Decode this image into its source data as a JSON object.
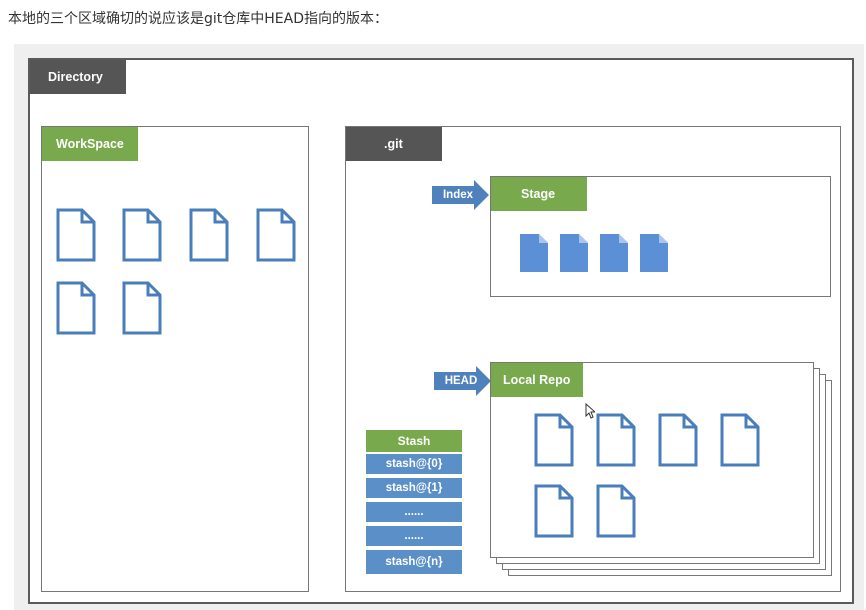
{
  "caption": "本地的三个区域确切的说应该是git仓库中HEAD指向的版本：",
  "directory": {
    "label": "Directory"
  },
  "workspace": {
    "label": "WorkSpace",
    "file_count": 6
  },
  "git": {
    "label": ".git",
    "index_arrow": "Index",
    "stage": {
      "label": "Stage",
      "file_count": 4
    },
    "head_arrow": "HEAD",
    "local_repo": {
      "label": "Local Repo",
      "file_count": 6
    },
    "stash": {
      "label": "Stash",
      "entries": [
        "stash@{0}",
        "stash@{1}",
        "......",
        "......",
        "stash@{n}"
      ]
    }
  },
  "colors": {
    "file_outline": "#4a7ebb",
    "file_fill": "#5b8fd6",
    "green_tag": "#78a94c",
    "dark_tag": "#555555",
    "arrow": "#4f81bd"
  }
}
